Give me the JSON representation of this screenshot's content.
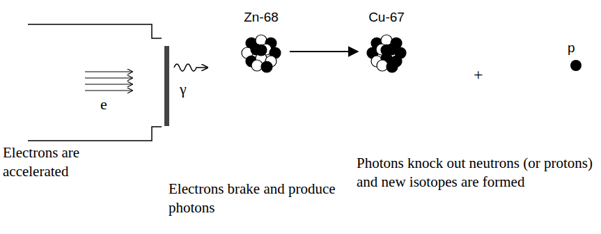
{
  "diagram": {
    "nodes": [
      {
        "text": [
          "Zn-68"
        ]
      },
      {
        "text": [
          "Cu-67"
        ]
      },
      {
        "text": [
          "p"
        ]
      }
    ],
    "edges": [
      {
        "from": 0,
        "to": 1,
        "arrow": "to"
      }
    ],
    "labels": [
      "e",
      "γ",
      "+",
      "Electrons are accelerated",
      "Electrons brake and produce photons",
      "Photons knock out neutrons (or protons) and new isotopes are formed"
    ]
  }
}
